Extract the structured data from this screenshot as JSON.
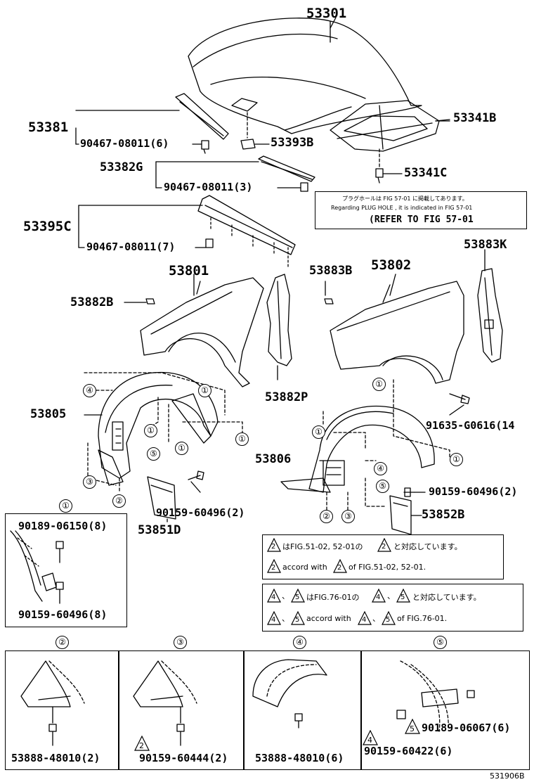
{
  "parts": {
    "p53301": "53301",
    "p53381": "53381",
    "p90467a": "90467-08011(6)",
    "p53393B": "53393B",
    "p53341B": "53341B",
    "p53382G": "53382G",
    "p90467b": "90467-08011(3)",
    "p53341C": "53341C",
    "p53395C": "53395C",
    "p90467c": "90467-08011(7)",
    "p53801": "53801",
    "p53882B": "53882B",
    "p53883B": "53883B",
    "p53802": "53802",
    "p53883K": "53883K",
    "p53882P": "53882P",
    "p53805": "53805",
    "p91635": "91635-G0616(14",
    "p53806": "53806",
    "p90159a": "90159-60496(2)",
    "p53851D": "53851D",
    "p90159b": "90159-60496(2)",
    "p53852B": "53852B"
  },
  "plug_note": {
    "jp": "プラグホールは FIG 57-01 に掲載してあります。",
    "en": "Regarding PLUG HOLE , it is indicated in FIG 57-01",
    "ref": "(REFER TO FIG 57-01"
  },
  "note2": {
    "mark": "2",
    "jp_mid": "はFIG.51-02, 52-01の",
    "jp_end": "と対応しています。",
    "en_mid": "accord with",
    "en_end": "of FIG.51-02, 52-01."
  },
  "note45": {
    "mark4": "4",
    "mark5": "5",
    "sep": "、",
    "jp_mid": "はFIG.76-01の",
    "jp_end": "と対応しています。",
    "en_mid": "accord with",
    "en_end": "of FIG.76-01."
  },
  "callouts": {
    "c1": "①",
    "c2": "②",
    "c3": "③",
    "c4": "④",
    "c5": "⑤"
  },
  "detail1": {
    "title": "①",
    "top": "90189-06150(8)",
    "bottom": "90159-60496(8)"
  },
  "bottom_panels": {
    "p2": {
      "title": "②",
      "label": "53888-48010(2)"
    },
    "p3": {
      "title": "③",
      "mark": "2",
      "label": "90159-60444(2)"
    },
    "p4": {
      "title": "④",
      "label": "53888-48010(6)"
    },
    "p5": {
      "title": "⑤",
      "mark5": "5",
      "label5": "90189-06067(6)",
      "mark4": "4",
      "label4": "90159-60422(6)"
    }
  },
  "figure_id": "531906B"
}
